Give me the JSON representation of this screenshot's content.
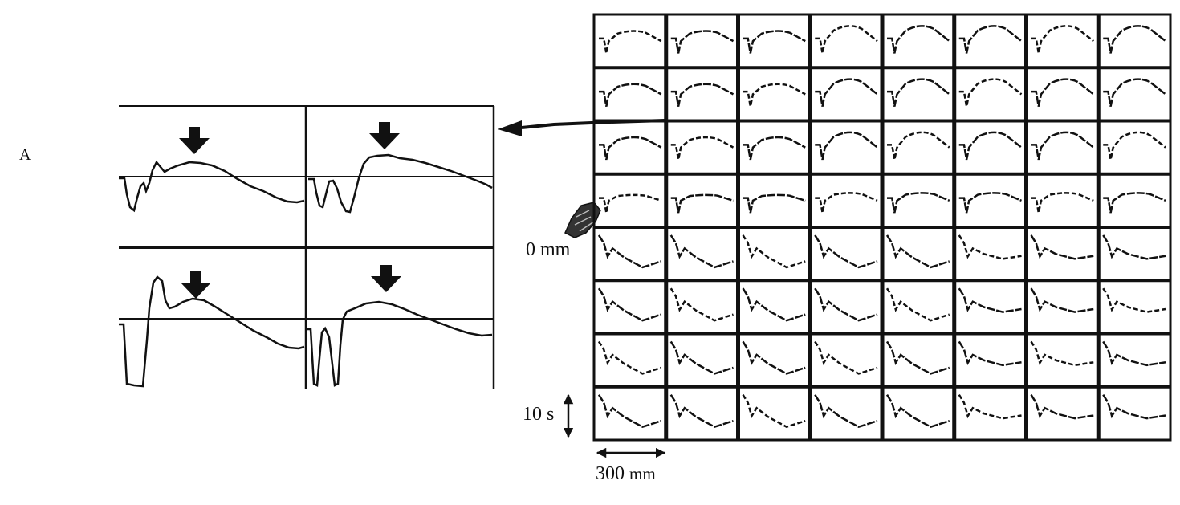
{
  "panel_label": "A",
  "scale": {
    "zero_label": "0 mm",
    "time_label": "10 s",
    "distance_value": "300",
    "distance_unit": "mm"
  },
  "colors": {
    "ink": "#111111",
    "background": "#ffffff"
  },
  "grid": {
    "rows": 8,
    "columns": 8,
    "highlighted_row": 3,
    "highlighted_column": 1
  },
  "zoom_panel": {
    "rows": 2,
    "columns": 2,
    "arrow_markers": 4
  },
  "icons": [
    "down-arrow-icon",
    "pointer-arrow-icon",
    "double-arrow-icon",
    "probe-icon"
  ]
}
